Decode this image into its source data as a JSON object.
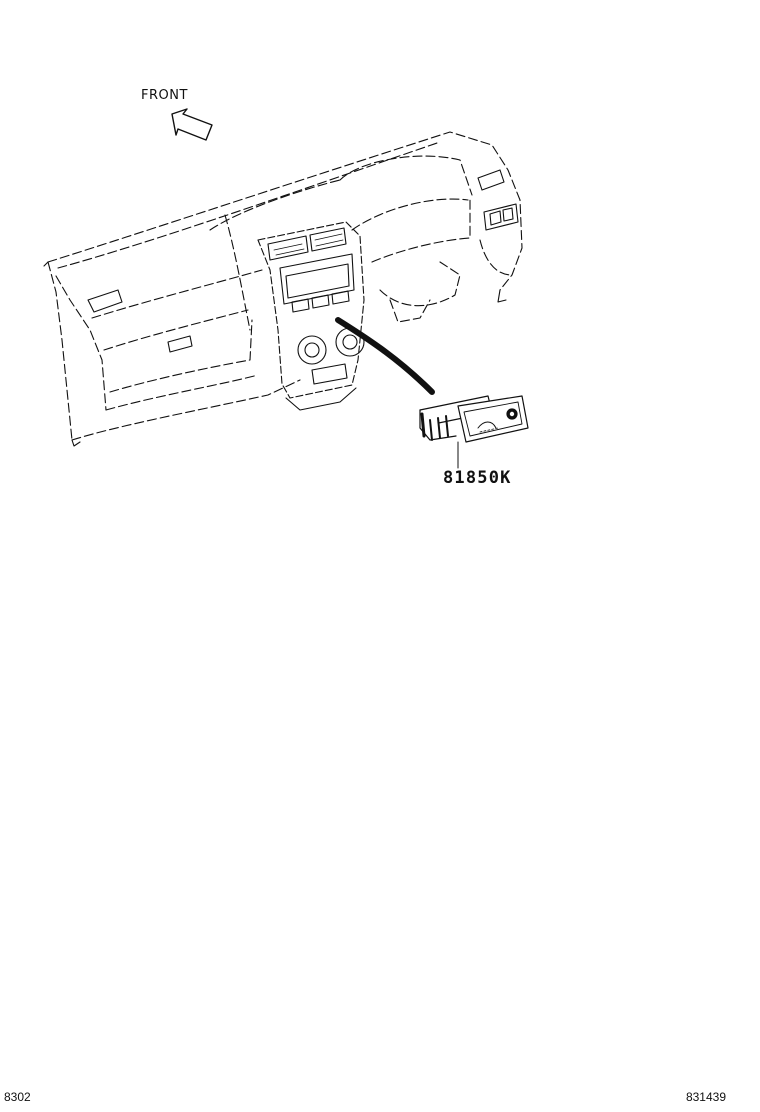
{
  "labels": {
    "front": "FRONT",
    "part_number": "81850K",
    "footer_left": "8302",
    "footer_right": "831439"
  },
  "colors": {
    "ink": "#111111",
    "background": "#ffffff"
  },
  "icons": {
    "direction_arrow": "front-arrow-icon"
  }
}
